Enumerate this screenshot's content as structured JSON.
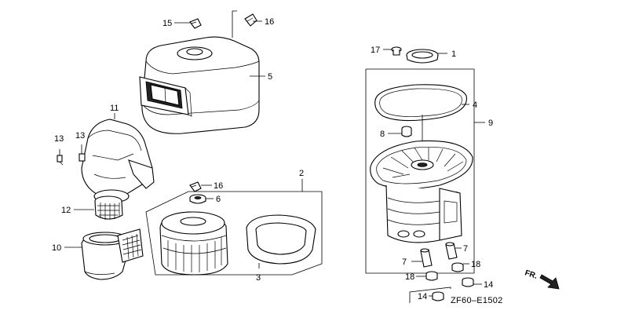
{
  "diagram_code": "ZF60–E1502",
  "direction_label": "FR.",
  "callouts": [
    {
      "id": "c1",
      "label": "1"
    },
    {
      "id": "c2",
      "label": "2"
    },
    {
      "id": "c3",
      "label": "3"
    },
    {
      "id": "c4",
      "label": "4"
    },
    {
      "id": "c5",
      "label": "5"
    },
    {
      "id": "c6",
      "label": "6"
    },
    {
      "id": "c7a",
      "label": "7"
    },
    {
      "id": "c7b",
      "label": "7"
    },
    {
      "id": "c8",
      "label": "8"
    },
    {
      "id": "c9",
      "label": "9"
    },
    {
      "id": "c10",
      "label": "10"
    },
    {
      "id": "c11",
      "label": "11"
    },
    {
      "id": "c12",
      "label": "12"
    },
    {
      "id": "c13a",
      "label": "13"
    },
    {
      "id": "c13b",
      "label": "13"
    },
    {
      "id": "c14a",
      "label": "14"
    },
    {
      "id": "c14b",
      "label": "14"
    },
    {
      "id": "c15",
      "label": "15"
    },
    {
      "id": "c16a",
      "label": "16"
    },
    {
      "id": "c16b",
      "label": "16"
    },
    {
      "id": "c17",
      "label": "17"
    },
    {
      "id": "c18a",
      "label": "18"
    },
    {
      "id": "c18b",
      "label": "18"
    }
  ]
}
